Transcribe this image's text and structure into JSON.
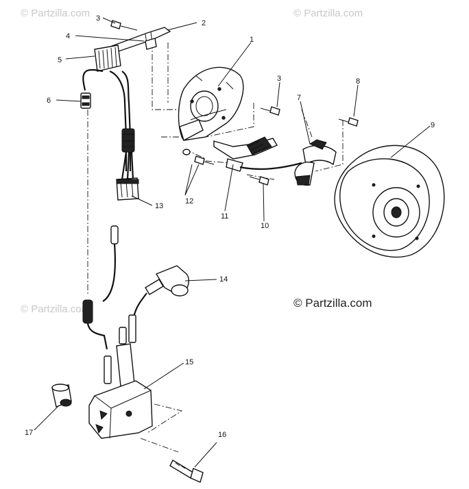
{
  "watermark": "© Partzilla.com",
  "copyright": "© Partzilla.com",
  "callouts": {
    "c1": "1",
    "c2": "2",
    "c3a": "3",
    "c3b": "3",
    "c4": "4",
    "c5": "5",
    "c6": "6",
    "c7": "7",
    "c8": "8",
    "c9": "9",
    "c10": "10",
    "c11": "11",
    "c12": "12",
    "c13": "13",
    "c14": "14",
    "c15": "15",
    "c16": "16",
    "c17": "17"
  }
}
